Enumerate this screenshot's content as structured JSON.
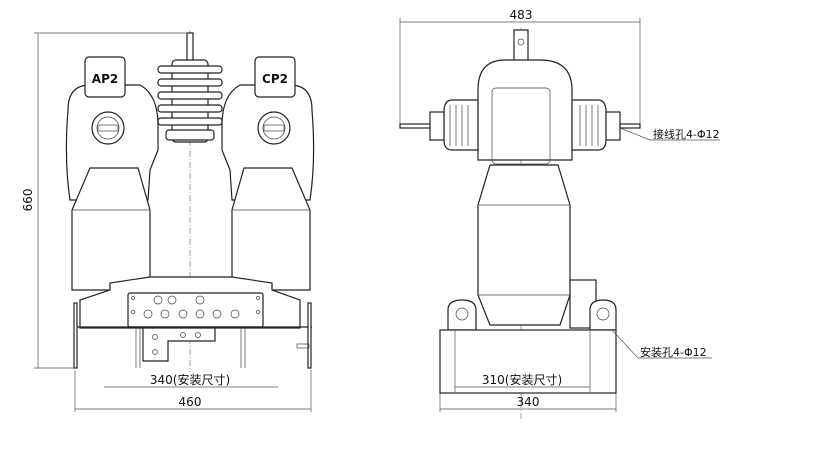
{
  "front_view": {
    "height_dim": "660",
    "mount_width_dim": "340(安装尺寸)",
    "overall_width_dim": "460",
    "terminal_left_label": "AP2",
    "terminal_right_label": "CP2"
  },
  "side_view": {
    "top_width_dim": "483",
    "mount_width_dim": "310(安装尺寸)",
    "overall_width_dim": "340",
    "wiring_hole_label": "接线孔4-Φ12",
    "mounting_hole_label": "安装孔4-Φ12"
  }
}
